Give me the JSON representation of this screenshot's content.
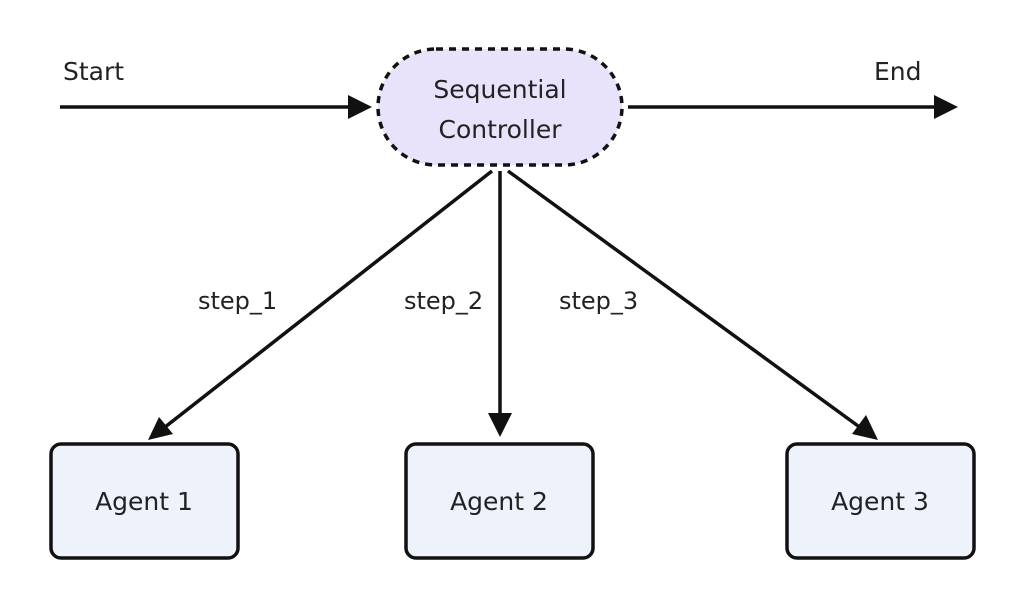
{
  "diagram": {
    "start_label": "Start",
    "end_label": "End",
    "controller": {
      "line1": "Sequential",
      "line2": "Controller",
      "fill": "#e8e3fb",
      "stroke": "#111111"
    },
    "agents": [
      {
        "label": "Agent 1"
      },
      {
        "label": "Agent 2"
      },
      {
        "label": "Agent 3"
      }
    ],
    "agent_style": {
      "fill": "#edf2fb",
      "stroke": "#111111"
    },
    "steps": [
      {
        "label": "step_1"
      },
      {
        "label": "step_2"
      },
      {
        "label": "step_3"
      }
    ]
  }
}
